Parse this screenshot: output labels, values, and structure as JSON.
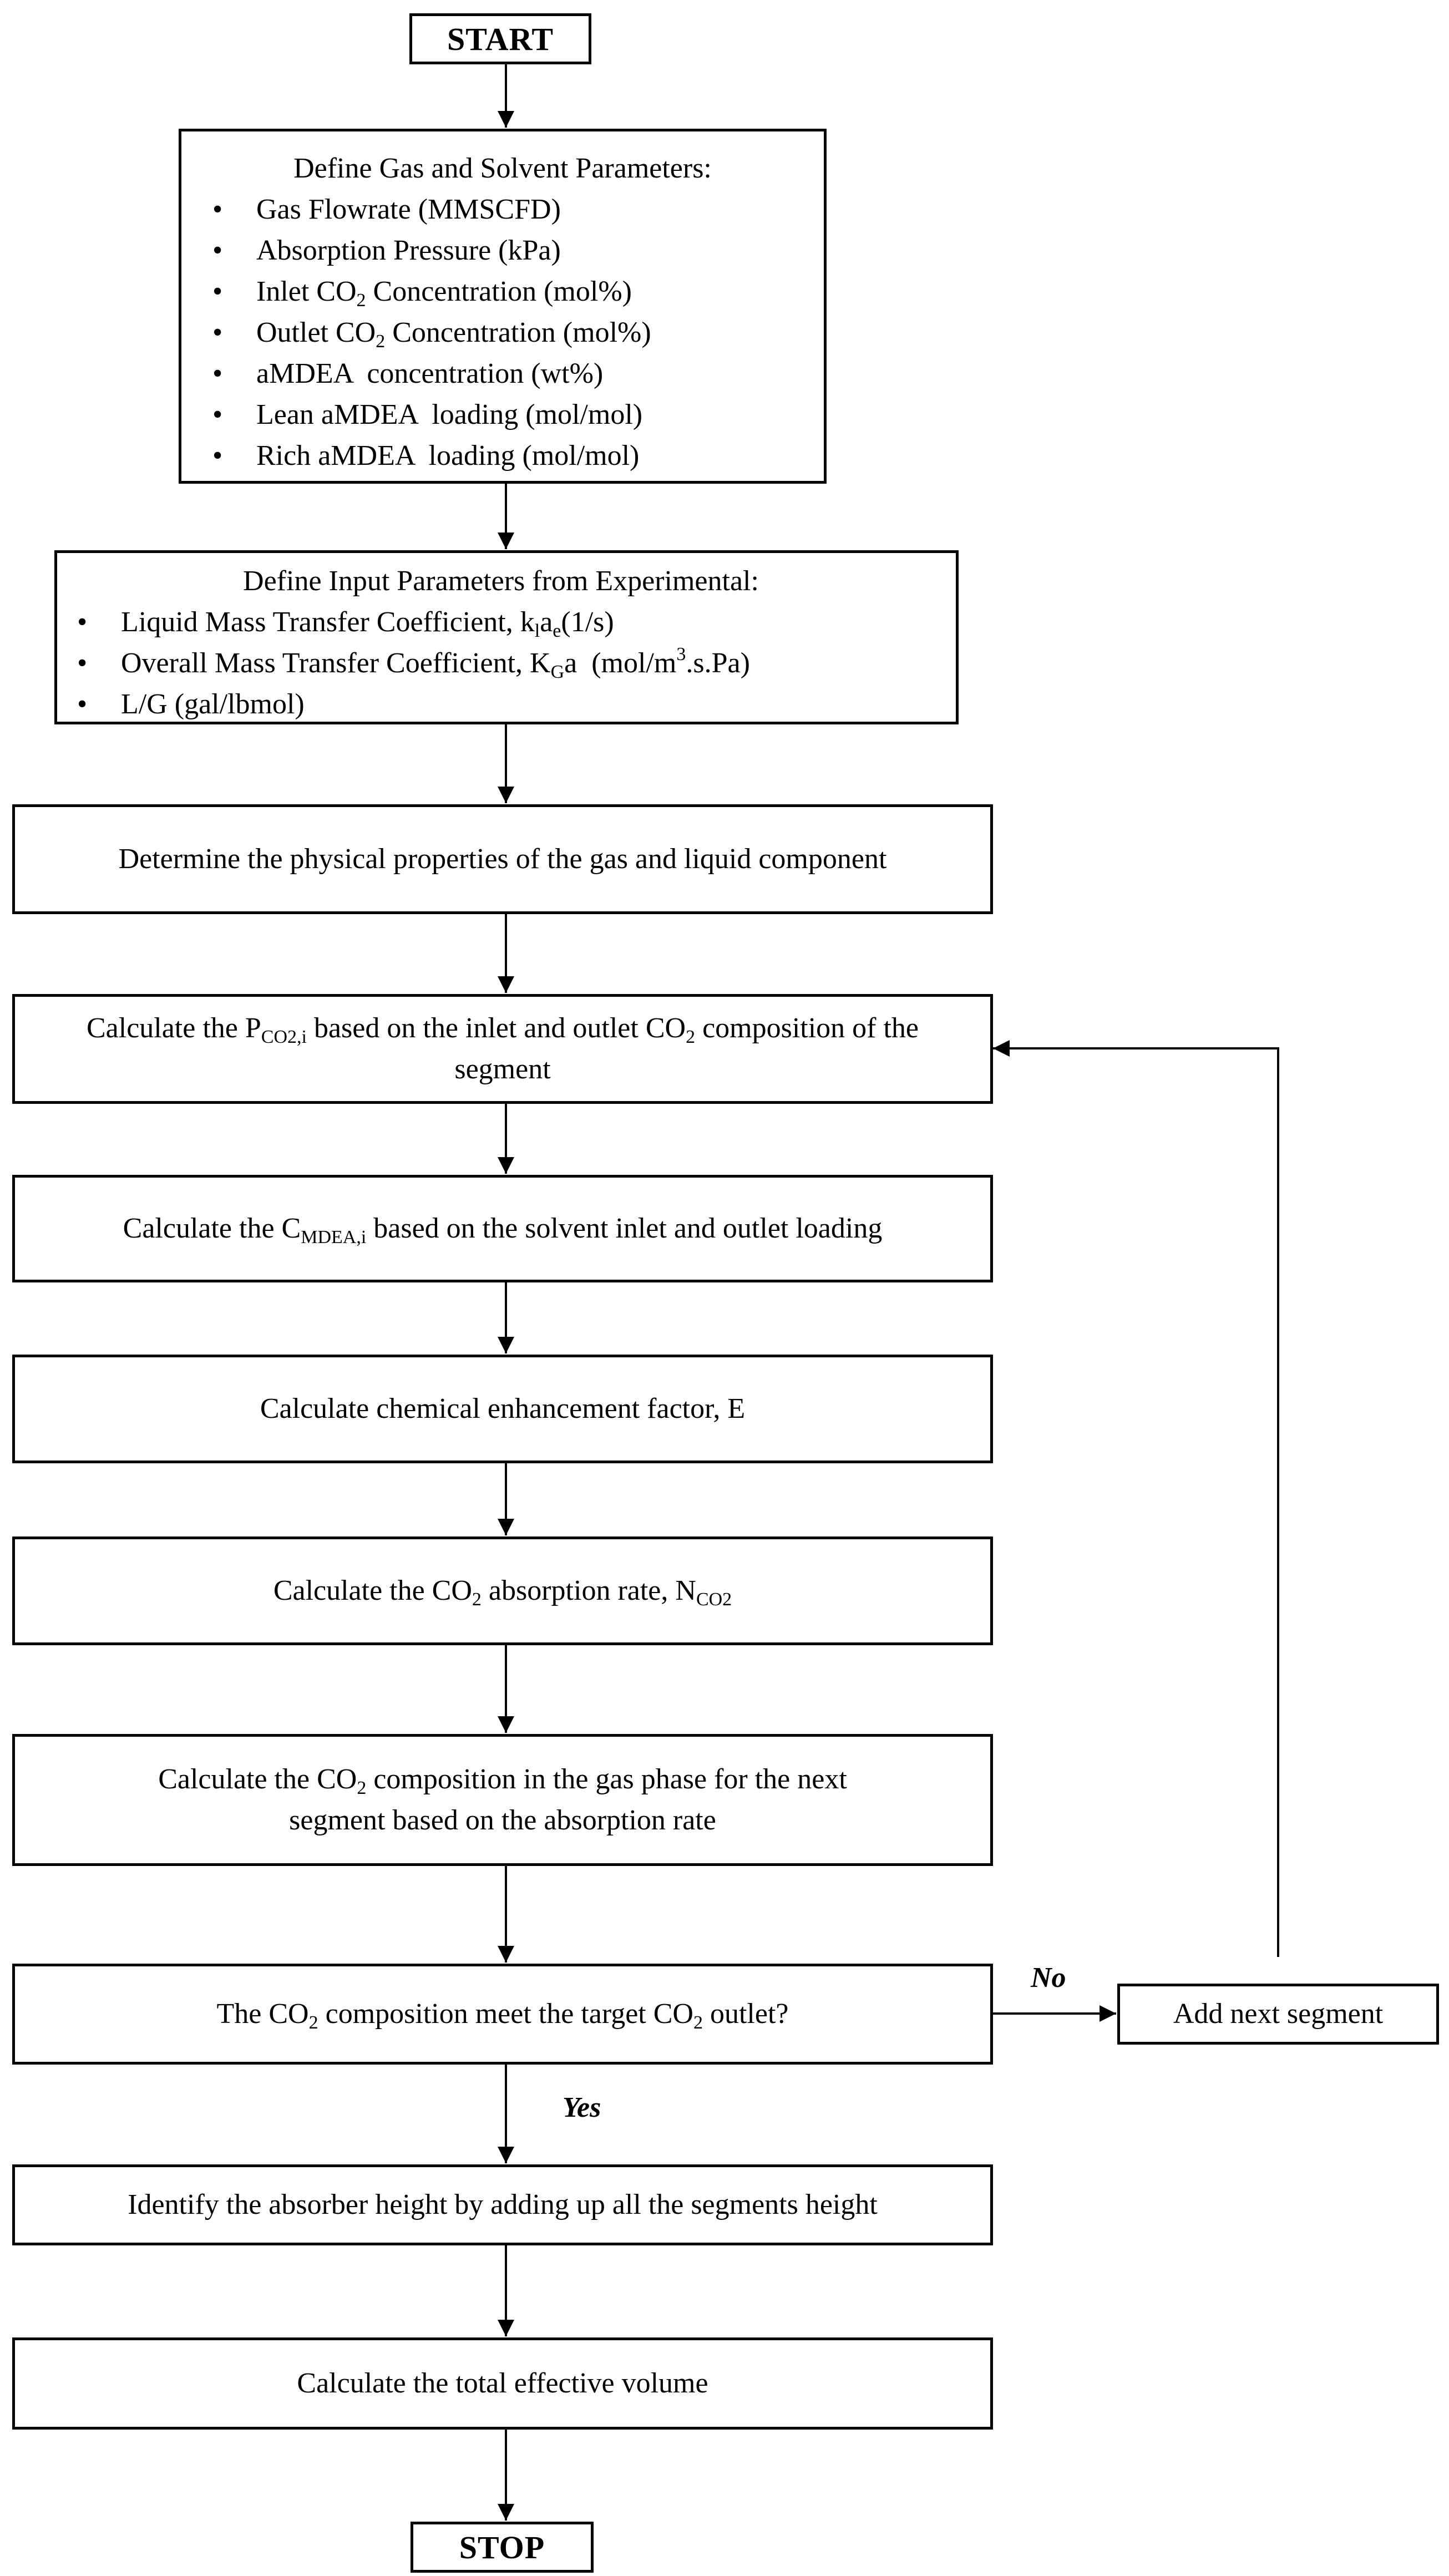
{
  "start_label": "START",
  "stop_label": "STOP",
  "gas_solvent": {
    "heading": "Define Gas and Solvent Parameters:",
    "items": [
      {
        "pre": "Gas Flowrate (MMSCFD)",
        "sub": "",
        "post": ""
      },
      {
        "pre": "Absorption Pressure (kPa)",
        "sub": "",
        "post": ""
      },
      {
        "pre": "Inlet CO",
        "sub": "2",
        "post": " Concentration (mol%)"
      },
      {
        "pre": "Outlet CO",
        "sub": "2",
        "post": " Concentration (mol%)"
      },
      {
        "pre": "aMDEA  concentration (wt%)",
        "sub": "",
        "post": ""
      },
      {
        "pre": "Lean aMDEA  loading (mol/mol)",
        "sub": "",
        "post": ""
      },
      {
        "pre": "Rich aMDEA  loading (mol/mol)",
        "sub": "",
        "post": ""
      }
    ]
  },
  "experimental": {
    "heading": "Define Input Parameters from Experimental:",
    "item1": {
      "pre": "Liquid Mass Transfer Coefficient, k",
      "sub1": "l",
      "mid": "a",
      "sub2": "e",
      "post": "(1/s)"
    },
    "item2": {
      "pre": "Overall Mass Transfer Coefficient, K",
      "sub": "G",
      "mid": "a  (mol/m",
      "sup": "3",
      "post": ".s.Pa)"
    },
    "item3": "L/G (gal/lbmol)"
  },
  "steps": {
    "physical": "Determine the physical properties of the gas and liquid component",
    "pco2": {
      "pre": "Calculate the P",
      "sub": "CO2,i",
      "mid": " based on the inlet and outlet CO",
      "sub2": "2",
      "line2": " composition of the segment"
    },
    "cmdea": {
      "pre": "Calculate the C",
      "sub": "MDEA,i",
      "post": " based on the solvent inlet and outlet loading"
    },
    "enhancement": "Calculate chemical enhancement factor, E",
    "rate": {
      "pre": "Calculate the CO",
      "sub": "2",
      "mid": " absorption rate, N",
      "sub2": "CO2"
    },
    "composition": {
      "pre": "Calculate the CO",
      "sub": "2",
      "post": " composition in the gas phase for the next segment based on the absorption rate"
    },
    "decision": {
      "pre": "The CO",
      "sub": "2",
      "mid": " composition meet the target CO",
      "sub2": "2",
      "post": " outlet?"
    },
    "add_segment": "Add next segment",
    "height": "Identify the absorber height by adding up all the segments height",
    "volume": "Calculate the total effective volume"
  },
  "branch_labels": {
    "no": "No",
    "yes": "Yes"
  }
}
